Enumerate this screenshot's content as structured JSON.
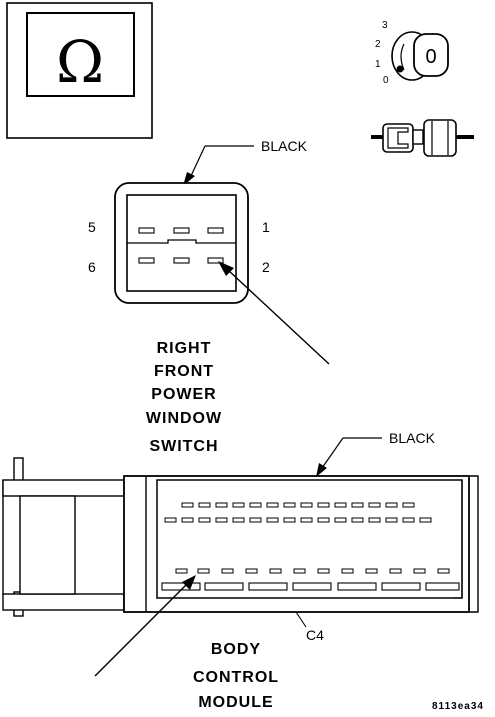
{
  "ohm_symbol": "Ω",
  "ignition": {
    "positions": [
      "3",
      "2",
      "1",
      "0"
    ],
    "key_mark": "0"
  },
  "switch_connector": {
    "color_label": "BLACK",
    "pin_labels": {
      "top_left": "5",
      "top_right": "1",
      "bottom_left": "6",
      "bottom_right": "2"
    },
    "title_lines": [
      "RIGHT",
      "FRONT",
      "POWER",
      "WINDOW",
      "SWITCH"
    ]
  },
  "bcm_connector": {
    "color_label": "BLACK",
    "connector_id": "C4",
    "title_lines": [
      "BODY",
      "CONTROL",
      "MODULE"
    ]
  },
  "figure_code": "8113ea34"
}
